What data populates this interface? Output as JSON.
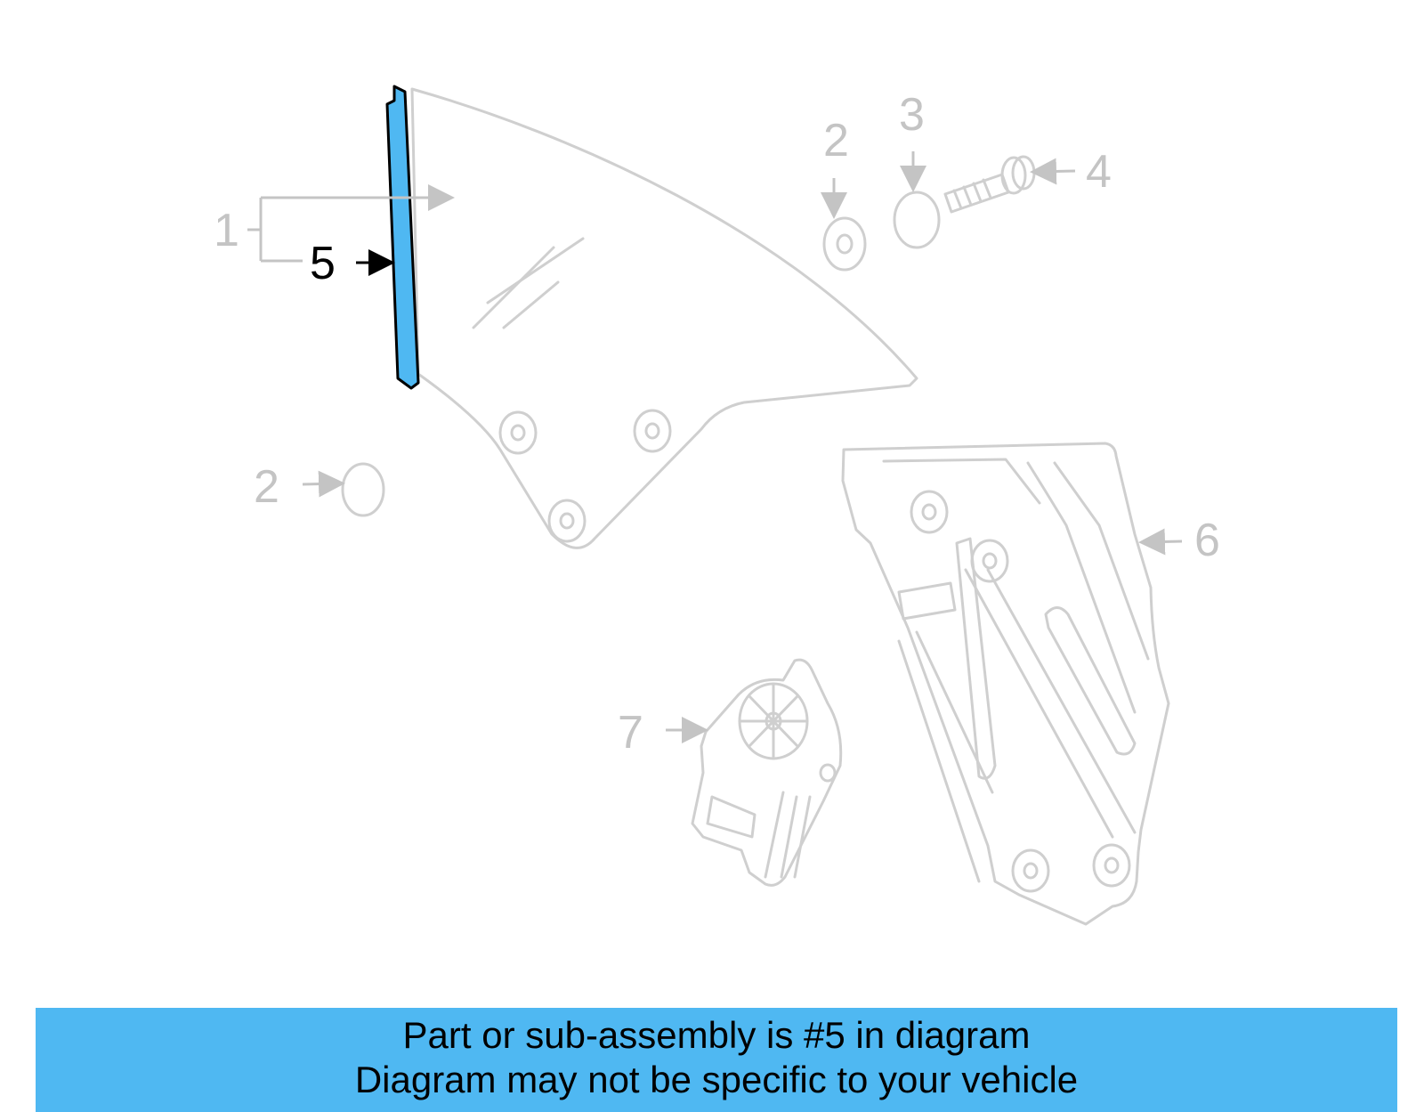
{
  "diagram": {
    "callouts": [
      "1",
      "2",
      "3",
      "4",
      "5",
      "6",
      "7",
      "2"
    ],
    "highlighted_part": "5",
    "colors": {
      "highlight": "#4fb8f2",
      "faded_part": "#cfcfcf",
      "active_label": "#000000"
    }
  },
  "banner": {
    "line1": "Part or sub-assembly is #5 in diagram",
    "line2": "Diagram may not be specific to your vehicle"
  }
}
